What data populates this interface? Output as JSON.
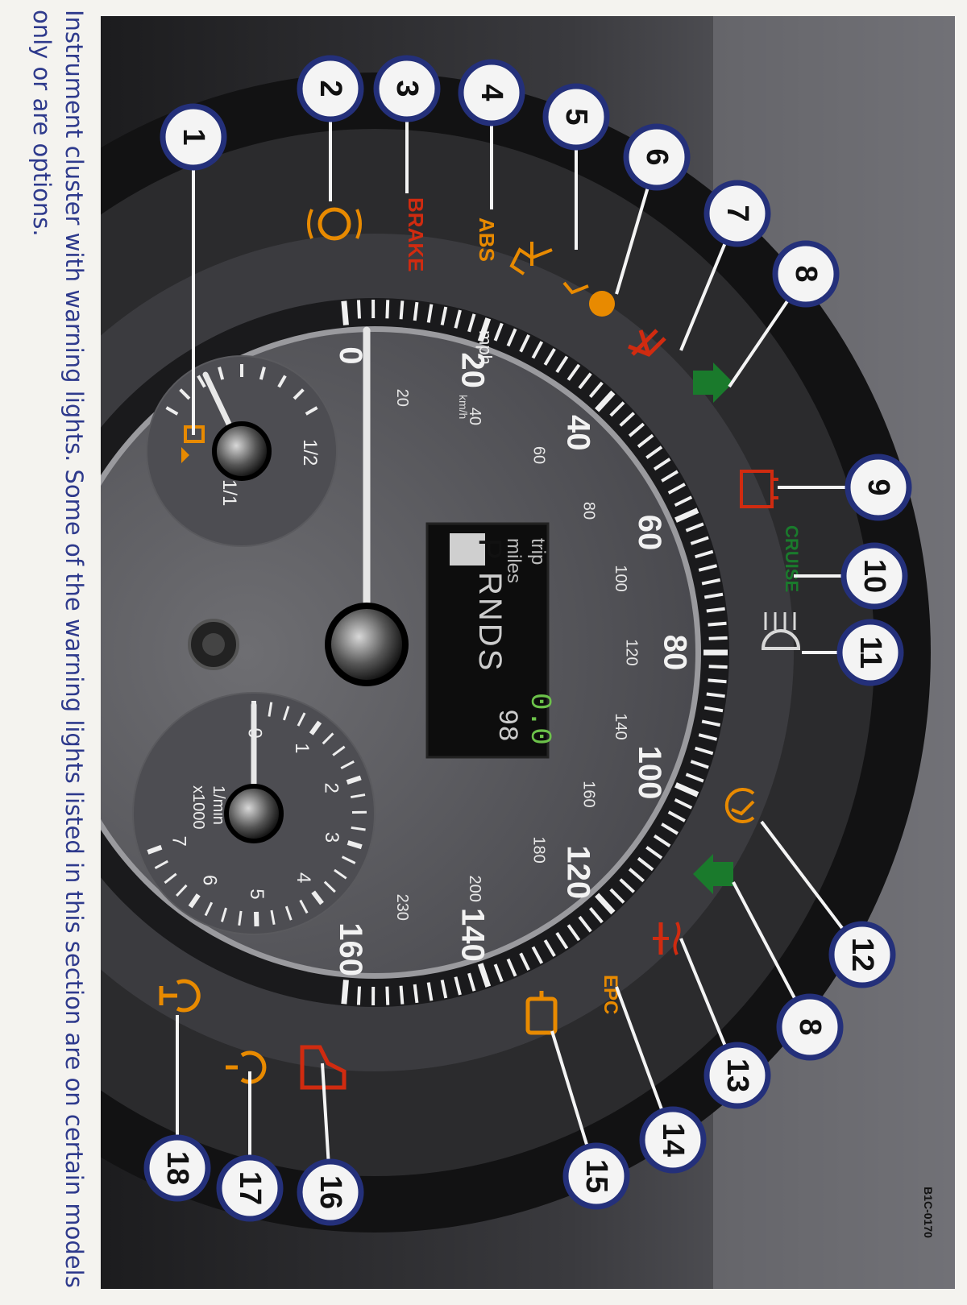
{
  "caption": "Instrument cluster with warning lights. Some of the warning lights listed in this section are on certain models only or are options.",
  "figure_code": "B1C-0170",
  "speedometer": {
    "unit_mph": "mph",
    "unit_kmh": "km/h",
    "mph_labels": [
      "0",
      "20",
      "40",
      "60",
      "80",
      "100",
      "120",
      "140",
      "160"
    ],
    "kmh_labels": [
      "20",
      "40",
      "60",
      "80",
      "100",
      "120",
      "140",
      "160",
      "180",
      "200",
      "230"
    ]
  },
  "fuel_gauge": {
    "half": "1/2",
    "full": "1/1"
  },
  "tachometer": {
    "unit": "1/min",
    "multiplier": "x1000",
    "labels": [
      "0",
      "1",
      "2",
      "3",
      "4",
      "5",
      "6",
      "7"
    ]
  },
  "display": {
    "trip": "trip",
    "miles": "miles",
    "trip_value": "0.0",
    "miles_value": "98",
    "gear_selected": "P",
    "gears": "RNDS"
  },
  "indicators": {
    "brake": "BRAKE",
    "abs": "ABS",
    "cruise": "CRUISE",
    "epc": "EPC"
  },
  "callouts": [
    "1",
    "2",
    "3",
    "4",
    "5",
    "6",
    "7",
    "8",
    "9",
    "10",
    "11",
    "12",
    "8",
    "13",
    "14",
    "15",
    "16",
    "17",
    "18"
  ],
  "icons": [
    "fuel-pump-icon",
    "brake-pad-wear-icon",
    "brake-warning-icon",
    "abs-icon",
    "seat-occupancy-icon",
    "airbag-icon",
    "seatbelt-icon",
    "turn-signal-left-icon",
    "battery-icon",
    "cruise-control-icon",
    "high-beam-icon",
    "safety-belt-passenger-icon",
    "turn-signal-right-icon",
    "coolant-temperature-icon",
    "epc-icon",
    "check-engine-icon",
    "oil-pressure-icon",
    "engine-warning-icon",
    "glow-plug-icon"
  ],
  "colors": {
    "caption": "#2e3a8c",
    "callout_ring": "#24307a",
    "warning_red": "#d02b10",
    "warning_amber": "#e88a00",
    "indicator_green": "#1a7a2c",
    "lcd_green": "#6cc24a"
  }
}
